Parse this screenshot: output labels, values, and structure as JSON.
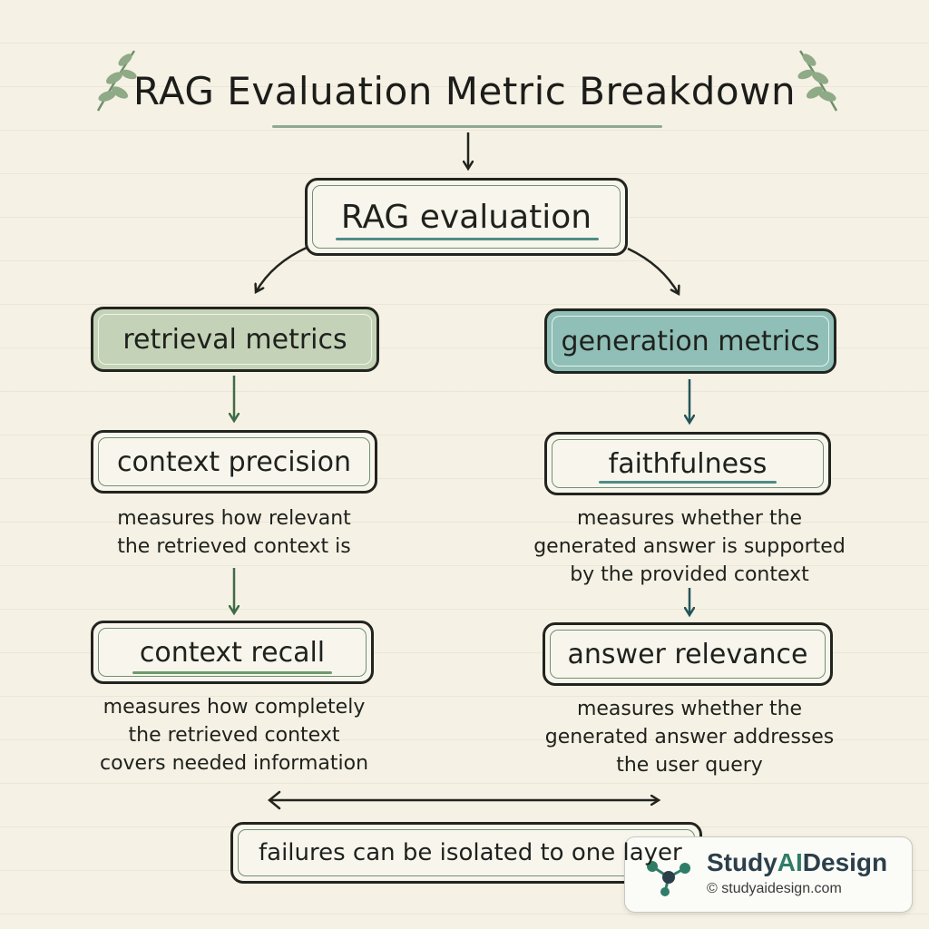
{
  "title": "RAG Evaluation Metric Breakdown",
  "root": {
    "label": "RAG evaluation"
  },
  "branches": [
    {
      "category": "retrieval metrics",
      "metrics": [
        {
          "name": "context precision",
          "description_lines": [
            "measures how relevant",
            "the retrieved context is"
          ]
        },
        {
          "name": "context recall",
          "description_lines": [
            "measures how completely",
            "the retrieved context",
            "covers needed information"
          ]
        }
      ]
    },
    {
      "category": "generation metrics",
      "metrics": [
        {
          "name": "faithfulness",
          "description_lines": [
            "measures whether the",
            "generated answer is supported",
            "by the provided context"
          ]
        },
        {
          "name": "answer relevance",
          "description_lines": [
            "measures whether the",
            "generated answer addresses",
            "the user query"
          ]
        }
      ]
    }
  ],
  "conclusion": "failures can be isolated to one layer",
  "watermark": {
    "brand_prefix": "Study",
    "brand_accent": "AI",
    "brand_suffix": "Design",
    "url": "studyaidesign.com",
    "copyright_symbol": "©"
  },
  "colors": {
    "retrieval_fill": "#c4d3b8",
    "generation_fill": "#8fbfb6",
    "accent_line": "#4f8c86",
    "ink": "#22241f"
  }
}
